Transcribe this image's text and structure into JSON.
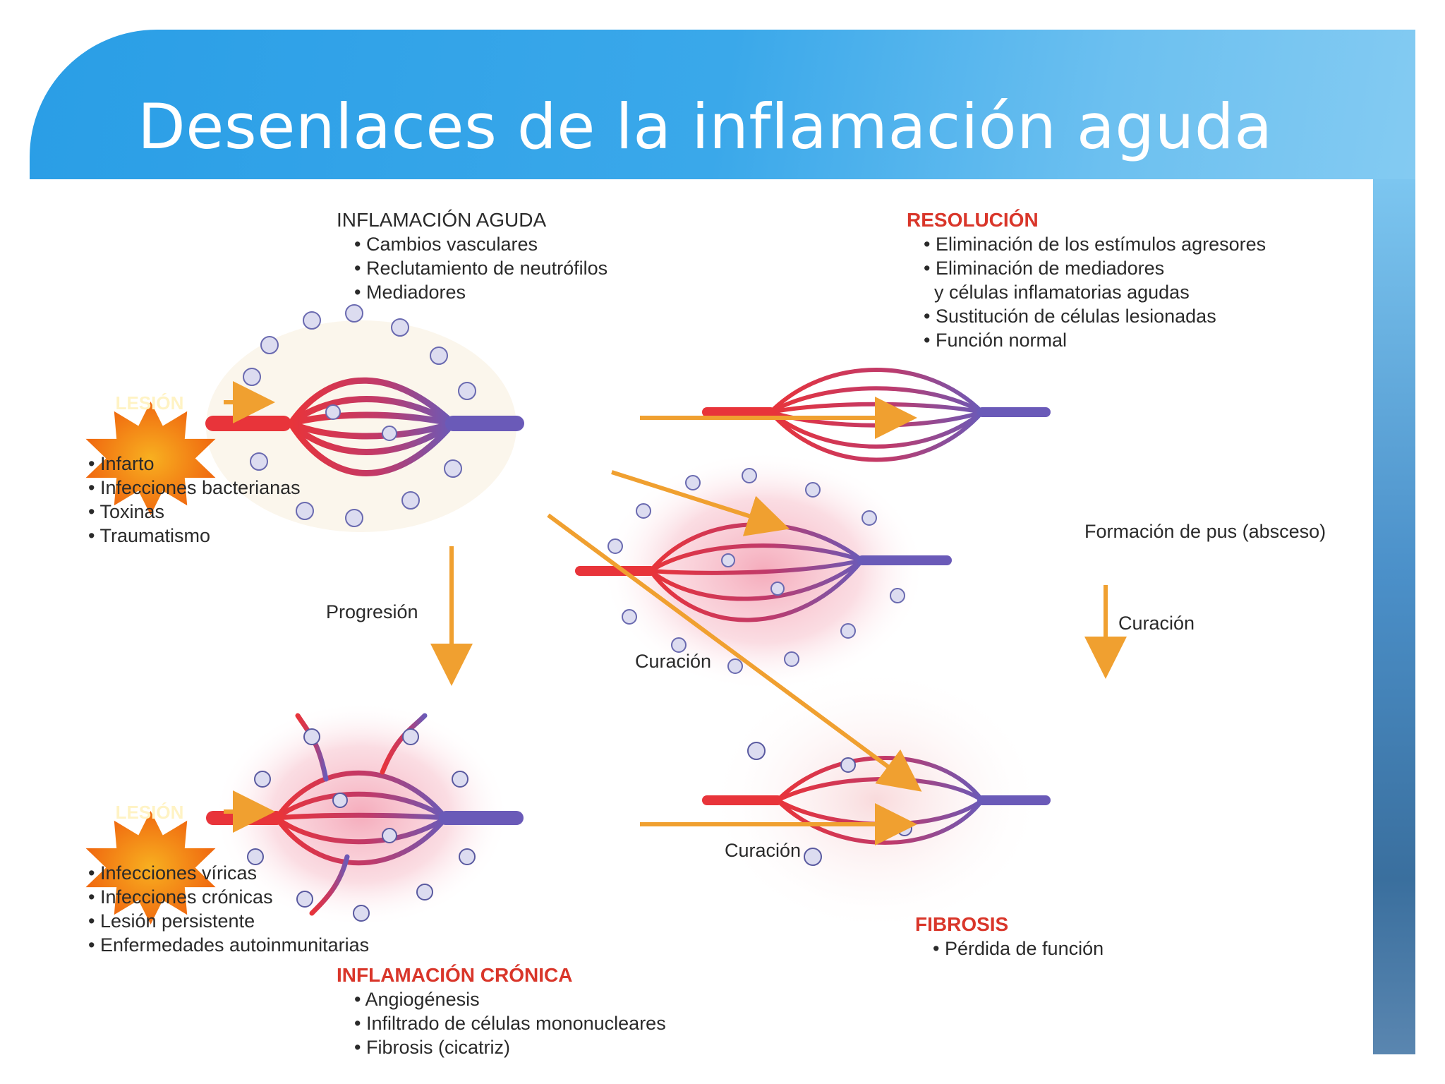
{
  "slide": {
    "title": "Desenlaces de la inflamación aguda"
  },
  "colors": {
    "accent_blue": "#2a9ee6",
    "heading_red": "#d9362a",
    "arrow_orange": "#f0a030",
    "artery_red": "#e8343a",
    "vein_blue": "#6a5ab8"
  },
  "acute": {
    "heading": "INFLAMACIÓN AGUDA",
    "items": [
      "• Cambios vasculares",
      "• Reclutamiento de neutrófilos",
      "• Mediadores"
    ]
  },
  "resolution": {
    "heading": "RESOLUCIÓN",
    "items": [
      "• Eliminación de los estímulos agresores",
      "• Eliminación de mediadores",
      "  y células inflamatorias agudas",
      "• Sustitución de células lesionadas",
      "• Función normal"
    ]
  },
  "lesion_top": {
    "badge": "LESIÓN",
    "items": [
      "• Infarto",
      "• Infecciones bacterianas",
      "• Toxinas",
      "• Traumatismo"
    ]
  },
  "lesion_bottom": {
    "badge": "LESIÓN",
    "items": [
      "• Infecciones víricas",
      "• Infecciones crónicas",
      "• Lesión persistente",
      "• Enfermedades autoinmunitarias"
    ]
  },
  "chronic": {
    "heading": "INFLAMACIÓN CRÓNICA",
    "items": [
      "• Angiogénesis",
      "• Infiltrado de células mononucleares",
      "• Fibrosis (cicatriz)"
    ]
  },
  "pus": {
    "label": "Formación de pus (absceso)"
  },
  "fibrosis": {
    "heading": "FIBROSIS",
    "items": [
      "• Pérdida de función"
    ]
  },
  "arrows": {
    "progression": "Progresión",
    "healing_diagonal": "Curación",
    "healing_pus": "Curación",
    "healing_chronic": "Curación"
  }
}
